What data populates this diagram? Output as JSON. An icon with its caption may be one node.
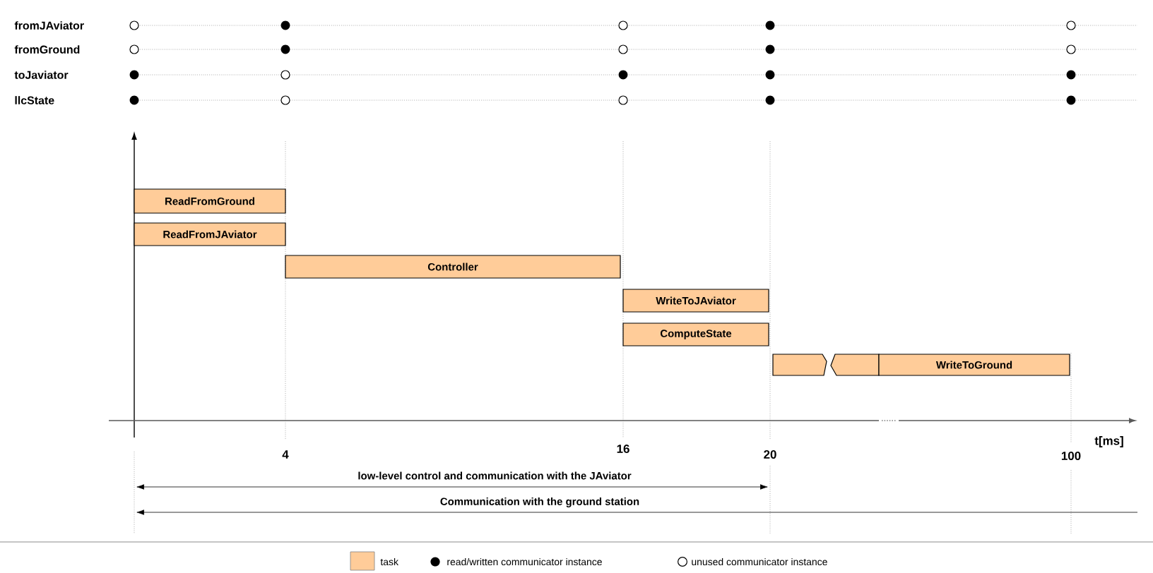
{
  "diagram": {
    "nodes": [
      {
        "text": [
          "ReadFromGround"
        ]
      },
      {
        "text": [
          "ReadFromJAviator"
        ]
      },
      {
        "text": [
          "Controller"
        ]
      },
      {
        "text": [
          "WriteToJAviator"
        ]
      },
      {
        "text": [
          "ComputeState"
        ]
      },
      {
        "text": [
          "WriteToGround"
        ]
      }
    ],
    "edges": [],
    "labels": [
      "fromJAviator",
      "fromGround",
      "toJaviator",
      "llcState",
      "4",
      "16",
      "20",
      "100",
      "t[ms]",
      "low-level control and communication with the JAviator",
      "Communication with the ground station"
    ],
    "legend": [
      {
        "text": "task",
        "color": "#ffcc99"
      },
      {
        "text": "read/written communicator instance"
      },
      {
        "text": "unused communicator instance"
      }
    ]
  }
}
